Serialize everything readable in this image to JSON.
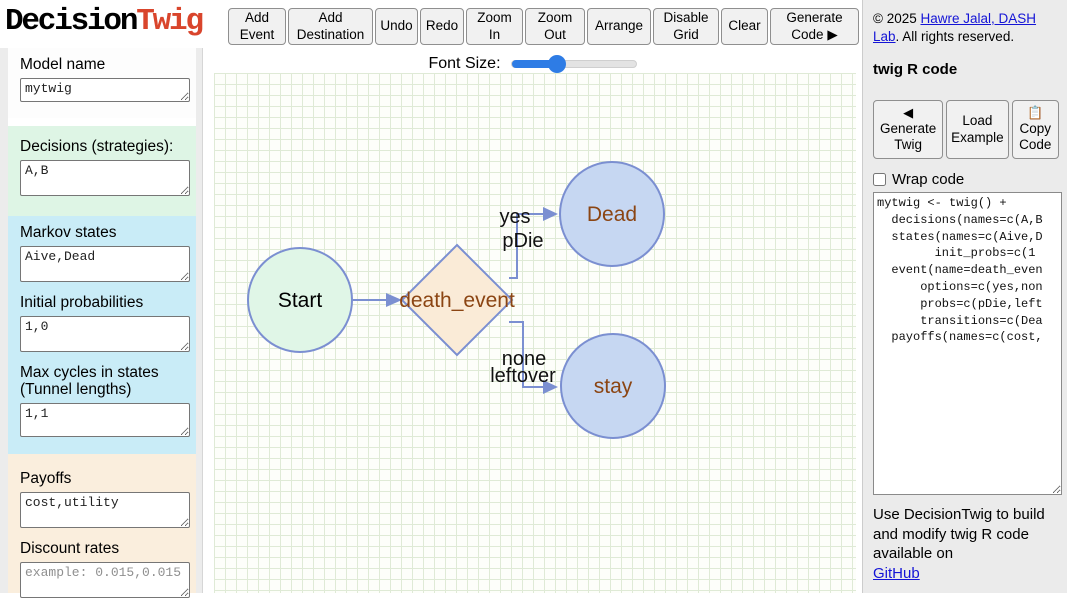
{
  "app": {
    "logo_black": "Decision",
    "logo_red": "Twig"
  },
  "toolbar": {
    "buttons": [
      "Add Event",
      "Add Destination",
      "Undo",
      "Redo",
      "Zoom In",
      "Zoom Out",
      "Arrange",
      "Disable Grid",
      "Clear",
      "Generate Code ▶"
    ]
  },
  "font_size_control": {
    "label": "Font Size:"
  },
  "sidebar": {
    "sections": [
      {
        "bg": "plain",
        "fields": [
          {
            "label": "Model name",
            "value": "mytwig"
          }
        ]
      },
      {
        "bg": "green",
        "fields": [
          {
            "label": "Decisions (strategies):",
            "value": "A,B"
          }
        ]
      },
      {
        "bg": "blue",
        "fields": [
          {
            "label": "Markov states",
            "value": "Aive,Dead"
          },
          {
            "label": "Initial probabilities",
            "value": "1,0"
          },
          {
            "label": "Max cycles in states (Tunnel lengths)",
            "value": "1,1"
          }
        ]
      },
      {
        "bg": "cream",
        "fields": [
          {
            "label": "Payoffs",
            "value": "cost,utility"
          },
          {
            "label": "Discount rates",
            "value": "",
            "placeholder": "example: 0.015,0.015"
          }
        ]
      }
    ]
  },
  "diagram": {
    "nodes": [
      {
        "id": "start",
        "type": "circle",
        "label": "Start",
        "fill": "#e0f6e7",
        "text_color": "#000000"
      },
      {
        "id": "death_event",
        "type": "diamond",
        "label": "death_event",
        "fill": "#faebd7",
        "text_color": "#8b4513"
      },
      {
        "id": "dead",
        "type": "circle",
        "label": "Dead",
        "fill": "#c6d7f2",
        "text_color": "#8b4513"
      },
      {
        "id": "stay",
        "type": "circle",
        "label": "stay",
        "fill": "#c6d7f2",
        "text_color": "#8b4513"
      }
    ],
    "edges": [
      {
        "from": "Start",
        "to": "death_event",
        "labels": []
      },
      {
        "from": "death_event",
        "to": "Dead",
        "labels": [
          "yes",
          "pDie"
        ]
      },
      {
        "from": "death_event",
        "to": "stay",
        "labels": [
          "none",
          "leftover"
        ]
      }
    ]
  },
  "right_panel": {
    "copyright_prefix": "© 2025 ",
    "copyright_link": "Hawre Jalal, DASH Lab",
    "copyright_suffix": ". All rights reserved.",
    "heading": "twig R code",
    "buttons": {
      "generate_twig": "Generate Twig",
      "load_example": "Load Example",
      "copy_code": "Copy Code"
    },
    "wrap_code_label": "Wrap code",
    "code": "mytwig <- twig() +\n  decisions(names=c(A,B\n  states(names=c(Aive,D\n        init_probs=c(1\n  event(name=death_even\n      options=c(yes,non\n      probs=c(pDie,left\n      transitions=c(Dea\n  payoffs(names=c(cost,",
    "footer_text": "Use DecisionTwig to build and modify twig R code available on",
    "footer_link": "GitHub"
  },
  "colors": {
    "logo_red": "#d9452c",
    "link_blue": "#1414d6",
    "slider_blue": "#2e7ce5",
    "node_border": "#7b8fd1",
    "start_fill": "#e0f6e7",
    "event_fill": "#faebd7",
    "state_fill": "#c6d7f2",
    "node_text_brown": "#8b4513",
    "grid_line": "#dfead6",
    "section_green": "#def5e5",
    "section_blue": "#c9ecf7",
    "section_cream": "#faeedd",
    "right_panel_bg": "#ebebeb"
  }
}
